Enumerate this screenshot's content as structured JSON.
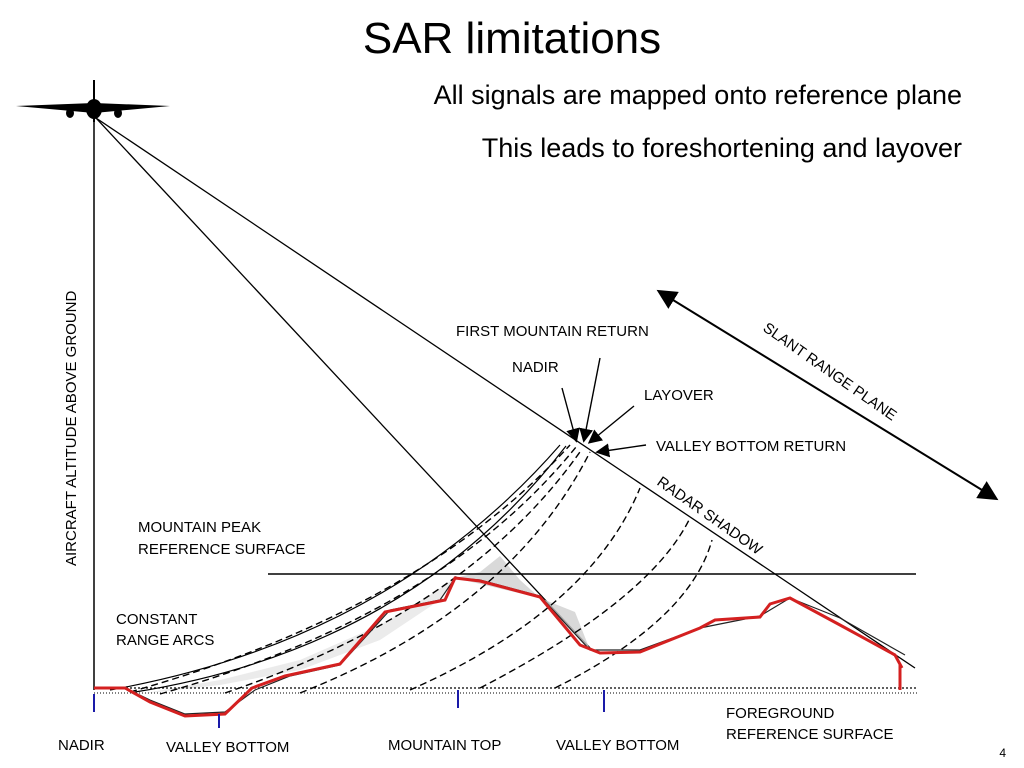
{
  "title": "SAR limitations",
  "subtitles": [
    "All signals are mapped onto reference plane",
    "This leads to foreshortening and layover"
  ],
  "page_number": "4",
  "colors": {
    "terrain_mapped": "#d42020",
    "terrain": "#222222",
    "ticks": "#1a1aa8",
    "shadow_fill": "#d0d0d0"
  },
  "icons": {
    "aircraft": "aircraft-icon"
  },
  "diagram": {
    "labels": {
      "altitude": "AIRCRAFT ALTITUDE ABOVE GROUND",
      "first_mountain_return": "FIRST MOUNTAIN RETURN",
      "nadir_top": "NADIR",
      "layover": "LAYOVER",
      "valley_bottom_return": "VALLEY BOTTOM RETURN",
      "slant_range_plane": "SLANT RANGE PLANE",
      "radar_shadow": "RADAR SHADOW",
      "mountain_peak_ref_1": "MOUNTAIN PEAK",
      "mountain_peak_ref_2": "REFERENCE SURFACE",
      "constant_range_arcs_1": "CONSTANT",
      "constant_range_arcs_2": "RANGE ARCS",
      "foreground_ref_1": "FOREGROUND",
      "foreground_ref_2": "REFERENCE SURFACE",
      "bottom_nadir": "NADIR",
      "bottom_valley_1": "VALLEY BOTTOM",
      "bottom_mountain_top": "MOUNTAIN TOP",
      "bottom_valley_2": "VALLEY BOTTOM"
    }
  }
}
